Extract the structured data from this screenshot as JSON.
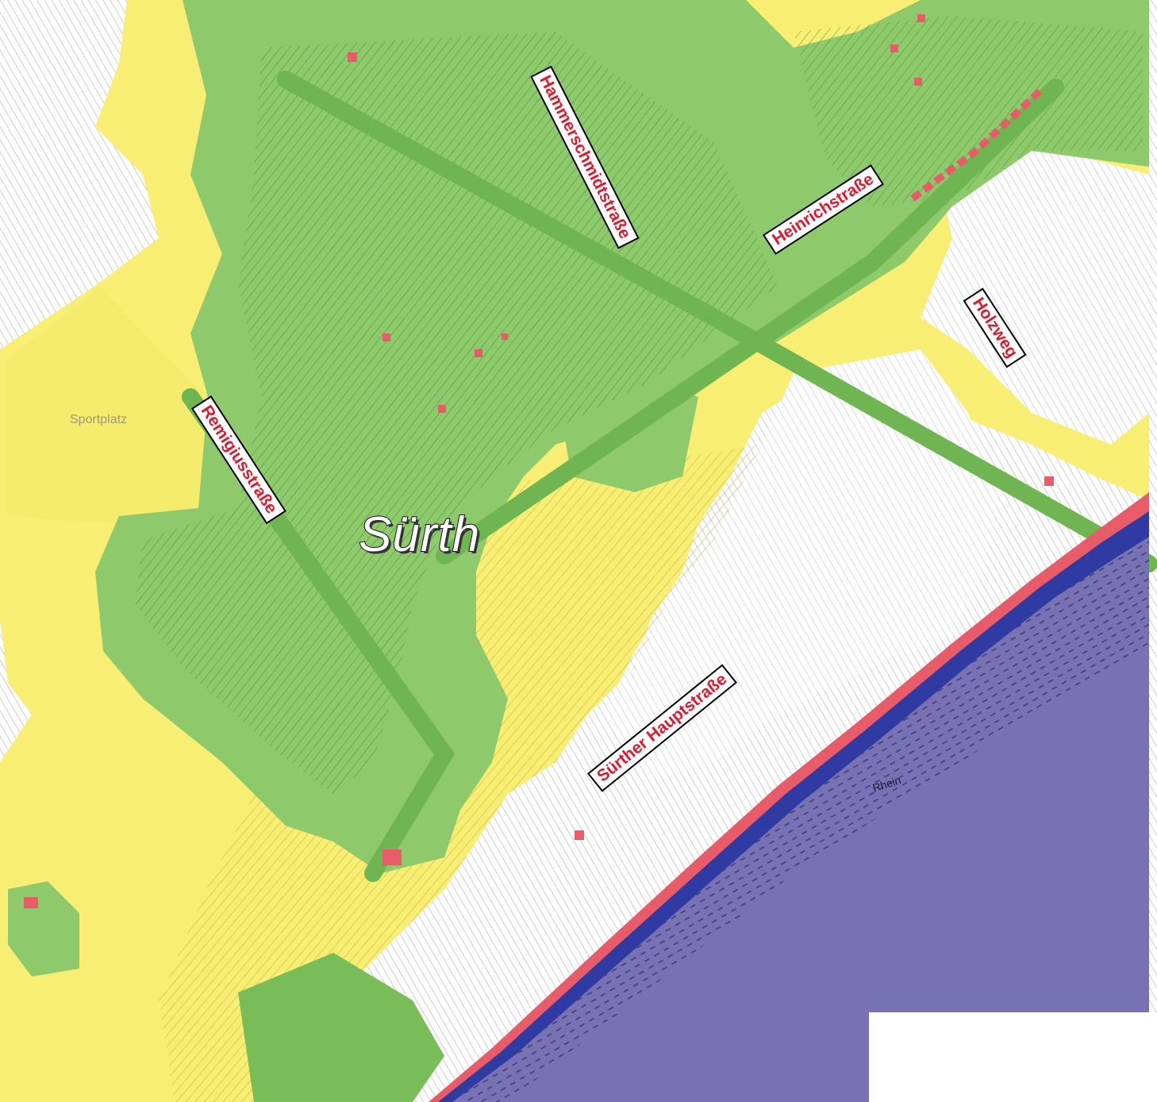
{
  "district": {
    "name": "Sürth"
  },
  "park_label": "Sportplatz",
  "river_label": "Rhein",
  "streets": [
    {
      "id": "hammerschmidtstrasse",
      "label": "Hammerschmidtstraße"
    },
    {
      "id": "heinrichstrasse",
      "label": "Heinrichstraße"
    },
    {
      "id": "holzweg",
      "label": "Holzweg"
    },
    {
      "id": "remigiusstrasse",
      "label": "Remigiusstraße"
    },
    {
      "id": "suerther-hauptstrasse",
      "label": "Sürther Hauptstraße"
    }
  ],
  "colors": {
    "background": "#ffffff",
    "light_green": "#8ec96b",
    "mid_green": "#79bd58",
    "dark_green": "#3f8f3a",
    "yellow": "#f7ee73",
    "ochre_lines": "#c2a83c",
    "grey_lines": "#a9a9a9",
    "river": "#7872b4",
    "river_edge": "#2f3aa3",
    "red": "#e85c6a",
    "label_text": "#e1172b"
  }
}
